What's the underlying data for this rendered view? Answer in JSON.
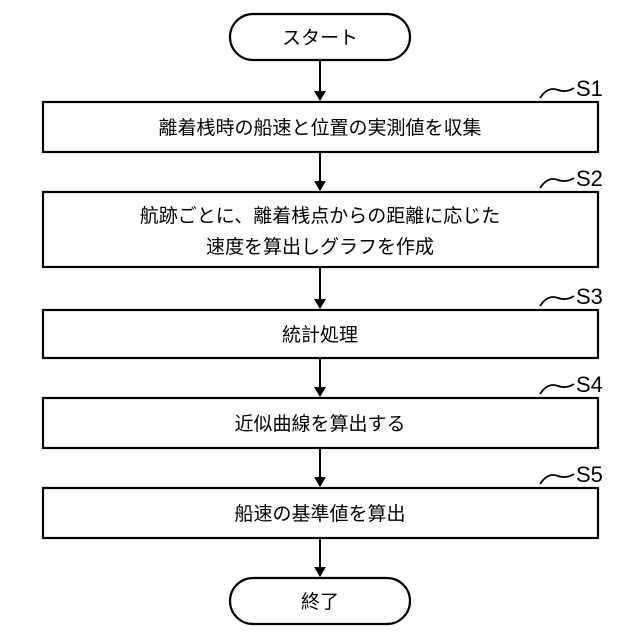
{
  "terminals": {
    "start": "スタート",
    "end": "終了"
  },
  "steps": [
    {
      "label": "S1",
      "lines": [
        "離着桟時の船速と位置の実測値を収集"
      ]
    },
    {
      "label": "S2",
      "lines": [
        "航跡ごとに、離着桟点からの距離に応じた",
        "速度を算出しグラフを作成"
      ]
    },
    {
      "label": "S3",
      "lines": [
        "統計処理"
      ]
    },
    {
      "label": "S4",
      "lines": [
        "近似曲線を算出する"
      ]
    },
    {
      "label": "S5",
      "lines": [
        "船速の基準値を算出"
      ]
    }
  ]
}
